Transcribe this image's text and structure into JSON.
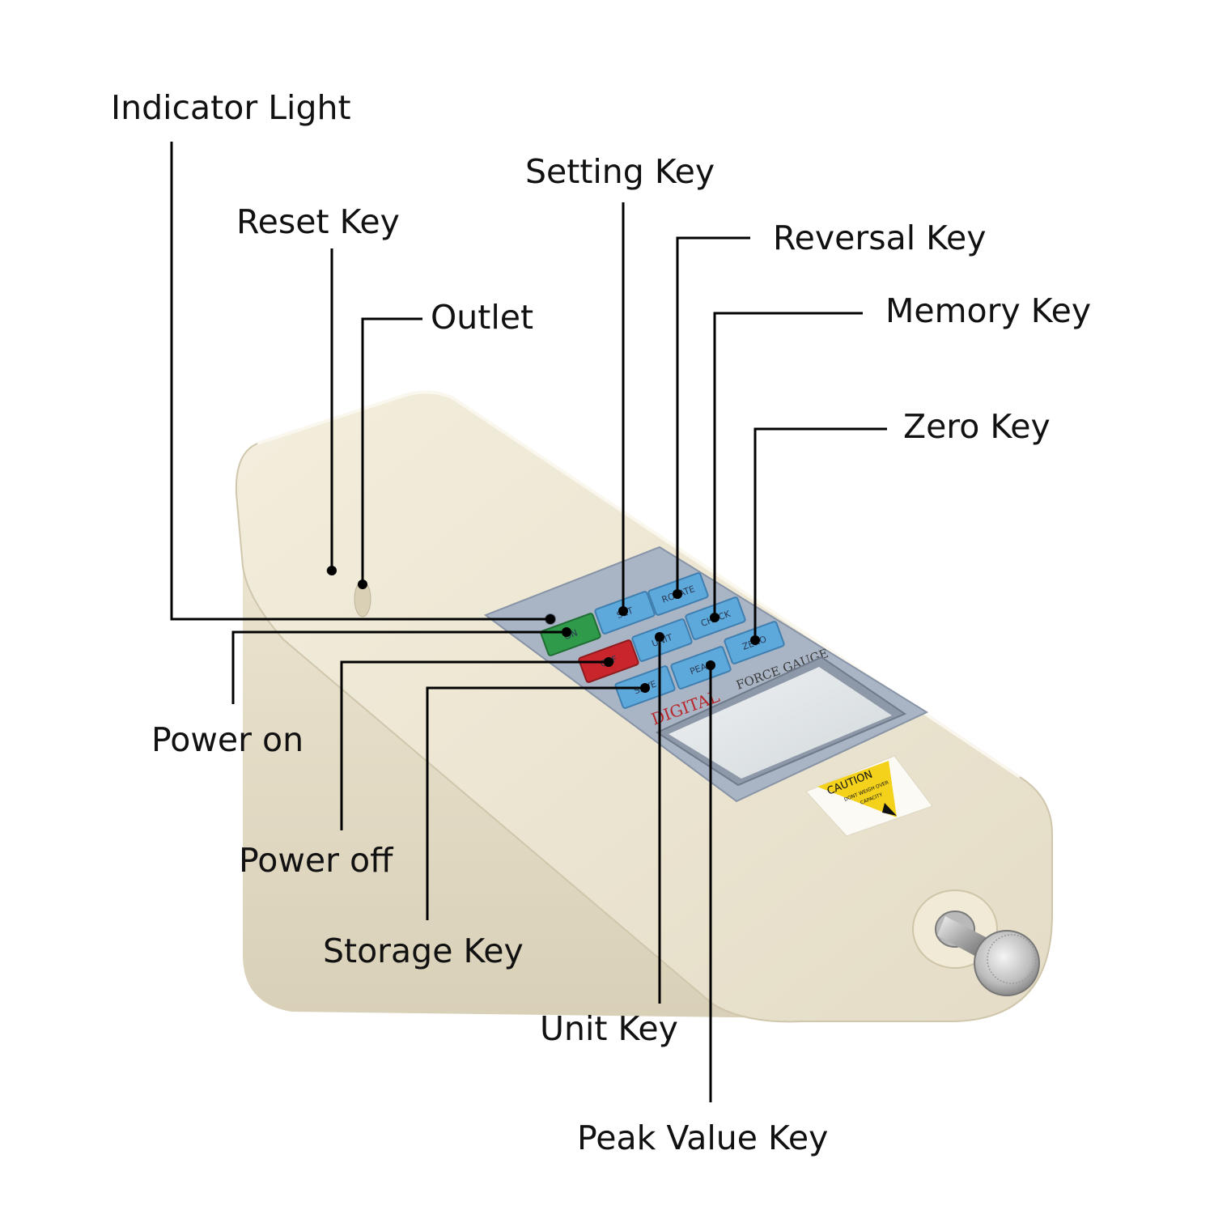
{
  "labels": {
    "indicator_light": "Indicator Light",
    "reset_key": "Reset Key",
    "outlet": "Outlet",
    "setting_key": "Setting Key",
    "reversal_key": "Reversal Key",
    "memory_key": "Memory Key",
    "zero_key": "Zero Key",
    "power_on": "Power on",
    "power_off": "Power off",
    "storage_key": "Storage Key",
    "unit_key": "Unit Key",
    "peak_value_key": "Peak Value Key"
  },
  "device": {
    "keys": {
      "set": "SET",
      "rotate": "ROTATE",
      "check": "CHECK",
      "zero": "ZERO",
      "on": "ON",
      "unit": "UNIT",
      "off": "OFF",
      "peak": "PEAK",
      "save": "SAVE"
    },
    "brand_digital": "DIGITAL",
    "brand_force_gauge": "FORCE GAUGE",
    "caution_title": "CAUTION",
    "caution_text_1": "DONT WEIGH OVER",
    "caution_text_2": "CAPACITY"
  },
  "colors": {
    "body": "#f0ead8",
    "panel": "#a9b4c4",
    "key_blue": "#5ea9dc",
    "key_green": "#2f9a4a",
    "key_red": "#c8262c",
    "caution_yellow": "#f4d21c"
  }
}
